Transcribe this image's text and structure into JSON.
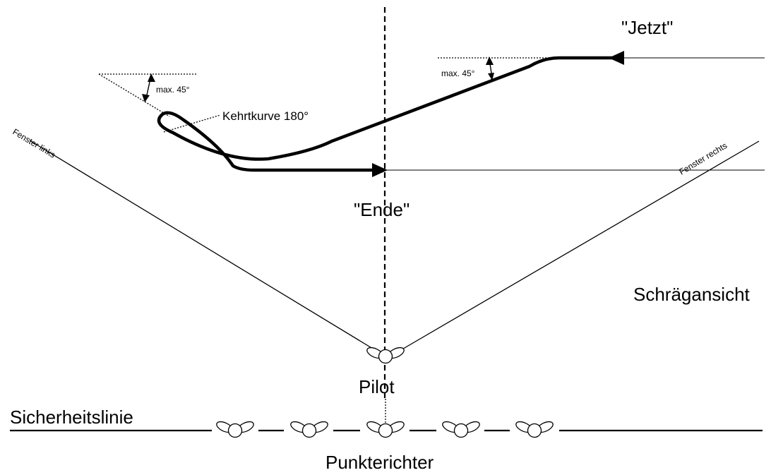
{
  "labels": {
    "jetzt": "\"Jetzt\"",
    "ende": "\"Ende\"",
    "kehrtkurve": "Kehrtkurve 180°",
    "max_angle_left": "max. 45°",
    "max_angle_right": "max. 45°",
    "fenster_links": "Fenster links",
    "fenster_rechts": "Fenster rechts",
    "schraegansicht": "Schrägansicht",
    "pilot": "Pilot",
    "sicherheitslinie": "Sicherheitslinie",
    "punkterichter": "Punkterichter"
  },
  "colors": {
    "line": "#000000",
    "background": "#ffffff"
  },
  "figures": {
    "pilot_icon": "circle-with-two-petals",
    "judge_count": 5
  }
}
